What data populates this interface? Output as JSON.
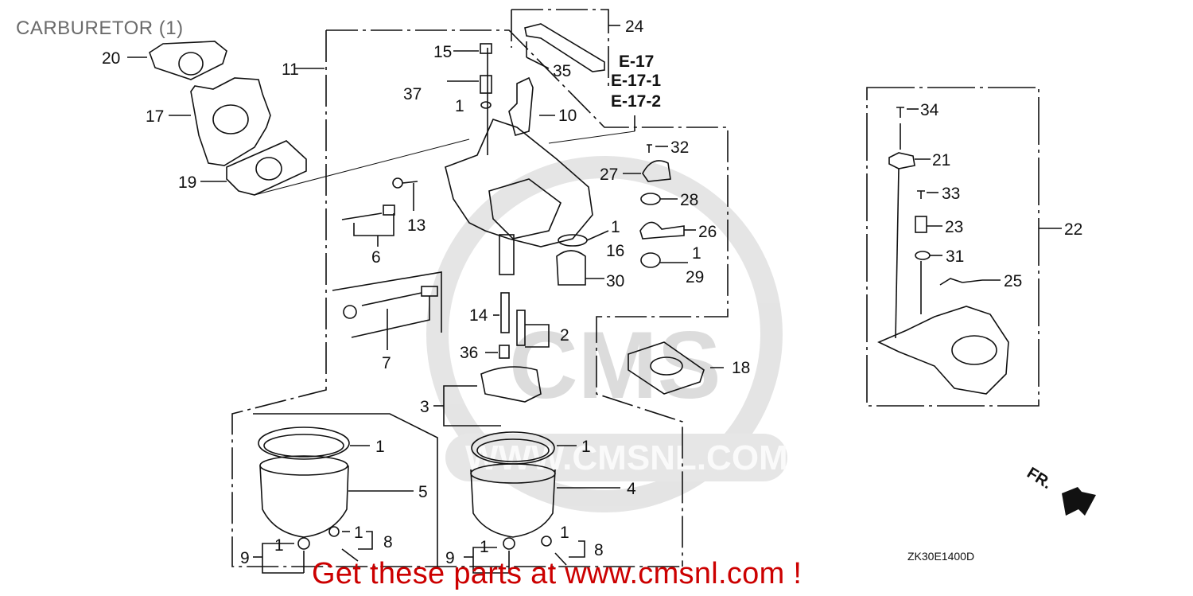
{
  "title": "CARBURETOR (1)",
  "reference_groups": [
    "E-17",
    "E-17-1",
    "E-17-2"
  ],
  "diagram_code": "ZK30E1400D",
  "direction_indicator": "FR.",
  "watermark": "WWW.CMSNL.COM",
  "watermark_logo": "CMS",
  "promo_text": "Get these parts at www.cmsnl.com !",
  "callouts": [
    {
      "id": "20",
      "label": "20"
    },
    {
      "id": "17",
      "label": "17"
    },
    {
      "id": "19",
      "label": "19"
    },
    {
      "id": "11",
      "label": "11"
    },
    {
      "id": "15",
      "label": "15"
    },
    {
      "id": "37",
      "label": "37"
    },
    {
      "id": "1a",
      "label": "1"
    },
    {
      "id": "10",
      "label": "10"
    },
    {
      "id": "24",
      "label": "24"
    },
    {
      "id": "35",
      "label": "35"
    },
    {
      "id": "32",
      "label": "32"
    },
    {
      "id": "27",
      "label": "27"
    },
    {
      "id": "28",
      "label": "28"
    },
    {
      "id": "1b",
      "label": "1"
    },
    {
      "id": "26",
      "label": "26"
    },
    {
      "id": "16",
      "label": "16"
    },
    {
      "id": "1c",
      "label": "1"
    },
    {
      "id": "29",
      "label": "29"
    },
    {
      "id": "30",
      "label": "30"
    },
    {
      "id": "13",
      "label": "13"
    },
    {
      "id": "6",
      "label": "6"
    },
    {
      "id": "7",
      "label": "7"
    },
    {
      "id": "14",
      "label": "14"
    },
    {
      "id": "2",
      "label": "2"
    },
    {
      "id": "36",
      "label": "36"
    },
    {
      "id": "3",
      "label": "3"
    },
    {
      "id": "18",
      "label": "18"
    },
    {
      "id": "1d",
      "label": "1"
    },
    {
      "id": "5",
      "label": "5"
    },
    {
      "id": "1e",
      "label": "1"
    },
    {
      "id": "4",
      "label": "4"
    },
    {
      "id": "1f",
      "label": "1"
    },
    {
      "id": "8a",
      "label": "8"
    },
    {
      "id": "9a",
      "label": "9"
    },
    {
      "id": "1g",
      "label": "1"
    },
    {
      "id": "1h",
      "label": "1"
    },
    {
      "id": "8b",
      "label": "8"
    },
    {
      "id": "9b",
      "label": "9"
    },
    {
      "id": "1i",
      "label": "1"
    },
    {
      "id": "34",
      "label": "34"
    },
    {
      "id": "21",
      "label": "21"
    },
    {
      "id": "33",
      "label": "33"
    },
    {
      "id": "23",
      "label": "23"
    },
    {
      "id": "31",
      "label": "31"
    },
    {
      "id": "25",
      "label": "25"
    },
    {
      "id": "22",
      "label": "22"
    }
  ]
}
